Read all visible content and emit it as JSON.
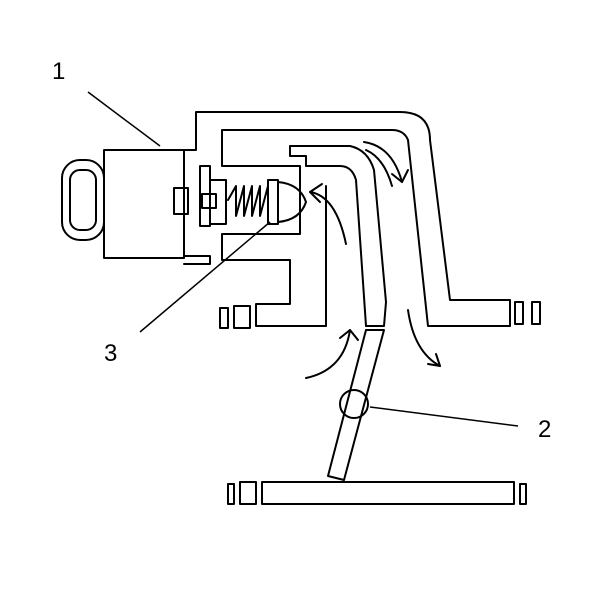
{
  "callouts": {
    "c1": "1",
    "c2": "2",
    "c3": "3"
  },
  "colors": {
    "stroke": "#000000",
    "background": "#ffffff"
  }
}
